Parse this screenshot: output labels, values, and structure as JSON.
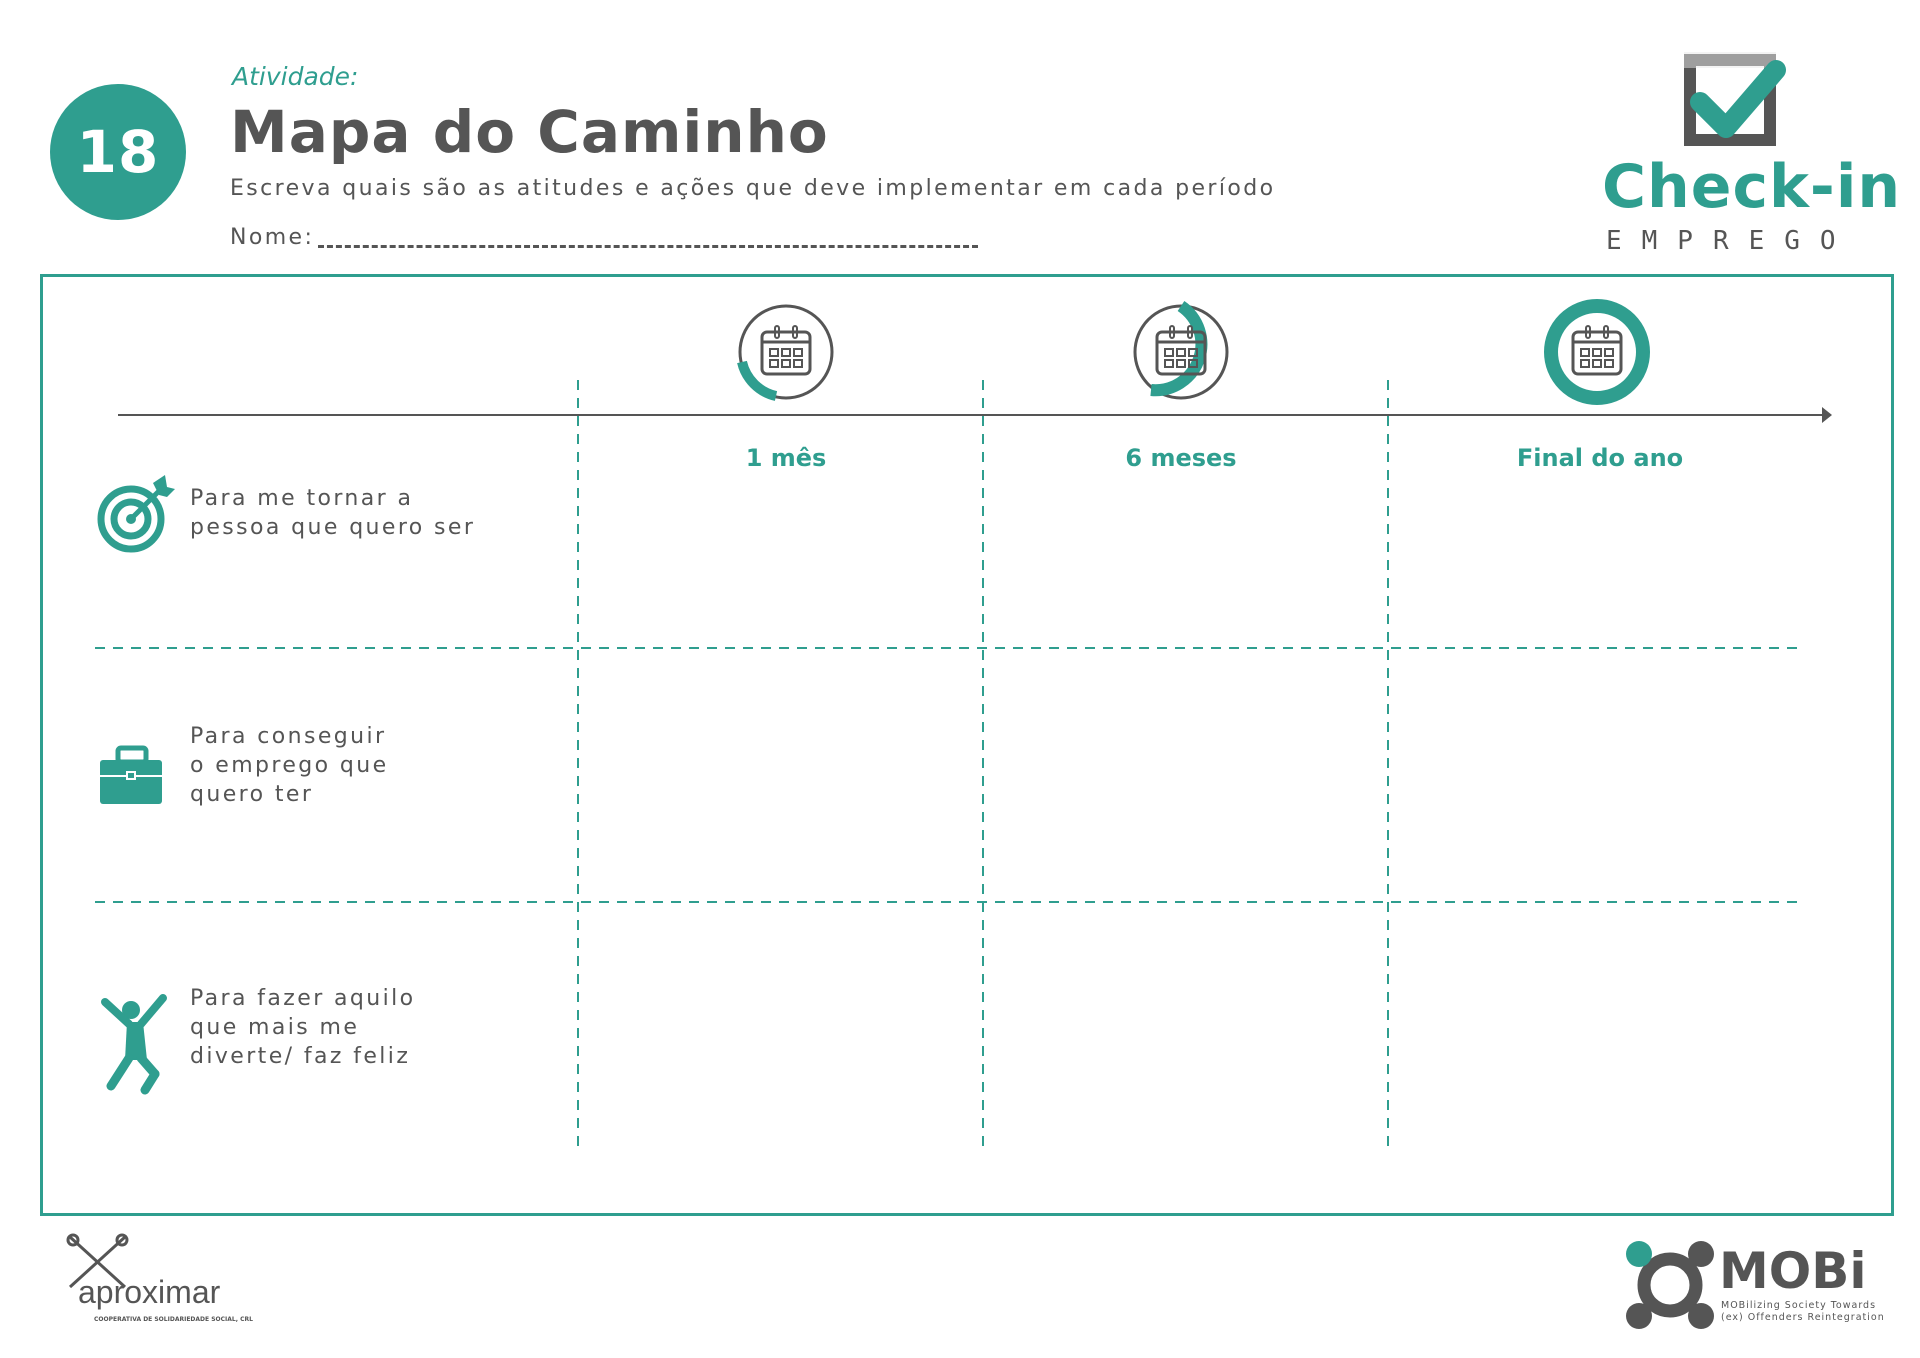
{
  "header": {
    "activity_number": "18",
    "activity_label": "Atividade:",
    "title": "Mapa do Caminho",
    "subtitle": "Escreva quais são as atitudes e ações que deve implementar em cada período",
    "name_label": "Nome:"
  },
  "brand": {
    "name": "Check-in",
    "tagline": "EMPREGO"
  },
  "timeline": {
    "periods": [
      {
        "label": "1 mês",
        "progress": 0.25
      },
      {
        "label": "6 meses",
        "progress": 0.5
      },
      {
        "label": "Final do ano",
        "progress": 1.0
      }
    ]
  },
  "rows": [
    {
      "label": "Para me tornar a\npessoa que quero ser",
      "icon": "target-icon"
    },
    {
      "label": "Para conseguir\no emprego que\nquero ter",
      "icon": "briefcase-icon"
    },
    {
      "label": "Para fazer aquilo\nque mais me\ndiverte/ faz feliz",
      "icon": "jumping-person-icon"
    }
  ],
  "footer": {
    "left_logo": "aproximar",
    "left_logo_sub": "COOPERATIVA DE SOLIDARIEDADE SOCIAL, CRL",
    "right_logo": "MOBi",
    "right_logo_sub1": "MOBilizing Society Towards",
    "right_logo_sub2": "(ex) Offenders Reintegration"
  },
  "colors": {
    "accent": "#2f9e8f",
    "text": "#555555"
  }
}
